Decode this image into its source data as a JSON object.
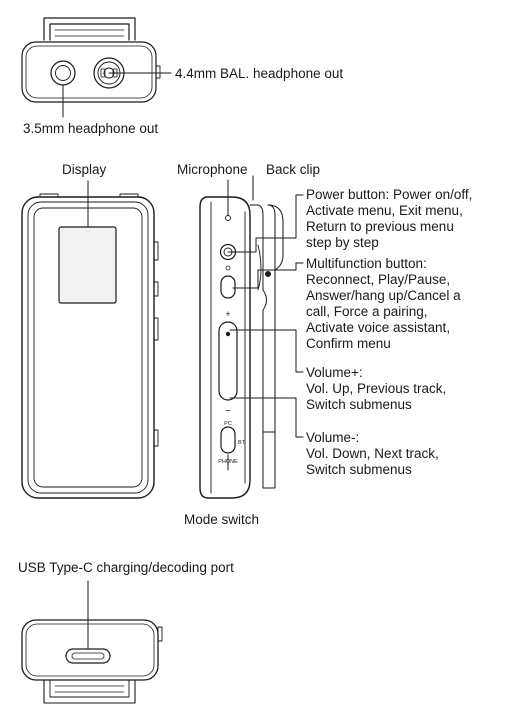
{
  "labels": {
    "balanced_out": "4.4mm BAL. headphone out",
    "headphone_out": "3.5mm headphone out",
    "display": "Display",
    "microphone": "Microphone",
    "back_clip": "Back clip",
    "power_button": "Power button: Power on/off,\nActivate menu, Exit menu,\nReturn to previous menu\nstep by step",
    "multifunction_button": "Multifunction button:\nReconnect, Play/Pause,\nAnswer/hang up/Cancel a\ncall, Force a pairing,\nActivate voice assistant,\nConfirm menu",
    "volume_up": "Volume+:\nVol. Up, Previous track,\nSwitch submenus",
    "volume_down": "Volume-:\nVol. Down, Next track,\nSwitch submenus",
    "mode_switch": "Mode switch",
    "usb_port": "USB Type-C charging/decoding port"
  },
  "switch_marks": {
    "pc": "PC",
    "bt": "BT",
    "phone": "PHONE",
    "plus": "+",
    "minus": "−"
  },
  "colors": {
    "stroke": "#1a1a1a",
    "screen": "#f2f2f2",
    "background": "#ffffff"
  }
}
